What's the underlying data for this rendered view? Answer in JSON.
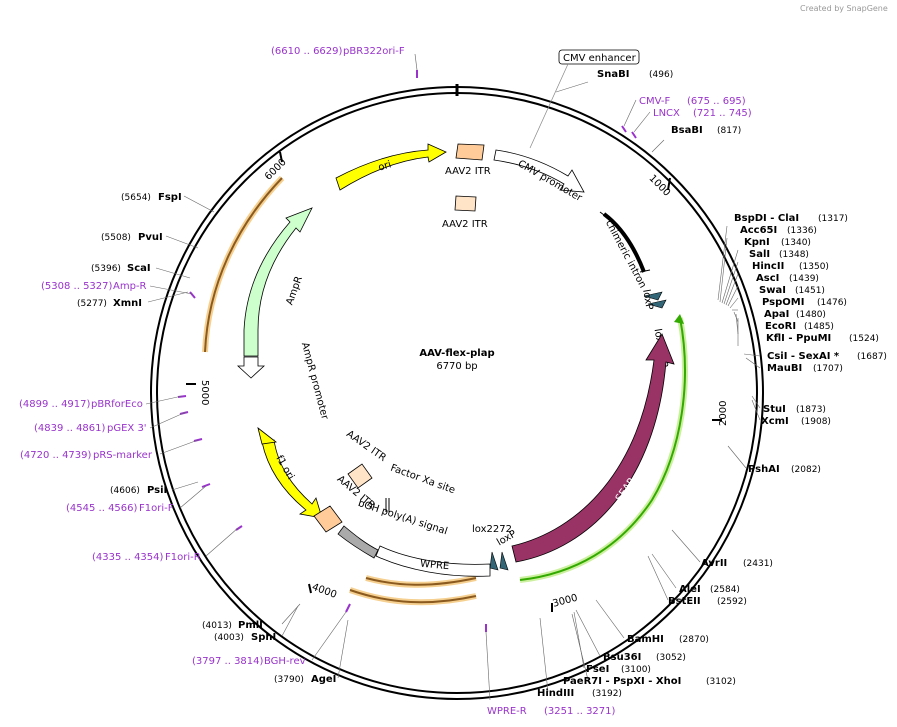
{
  "credit": "Created by SnapGene",
  "plasmid": {
    "name": "AAV-flex-plap",
    "size": "6770 bp"
  },
  "features": {
    "cmv_enhancer": "CMV enhancer",
    "cmv_promoter": "CMV promoter",
    "chimeric_intron": "chimeric intron",
    "loxp_top": "loxP",
    "lox2272_top": "lox2272",
    "seap": "SEAP",
    "lox2272_bottom": "lox2272",
    "loxp_bottom": "loxP",
    "wpre": "WPRE",
    "bgh": "bGH poly(A) signal",
    "aav2_itr_1": "AAV2 ITR",
    "aav2_itr_2": "AAV2 ITR",
    "aav2_itr_3": "AAV2 ITR",
    "aav2_itr_4": "AAV2 ITR",
    "factor_xa": "Factor Xa site",
    "f1ori": "f1 ori",
    "ampr_promoter": "AmpR promoter",
    "ampr": "AmpR",
    "ori": "ori"
  },
  "ticks": [
    "1000",
    "2000",
    "3000",
    "4000",
    "5000",
    "6000"
  ],
  "enzymes_right": [
    {
      "name": "SnaBI",
      "pos": "(496)"
    },
    {
      "name": "BsaBI",
      "pos": "(817)"
    },
    {
      "name": "BspDI  - ClaI",
      "pos": "(1317)"
    },
    {
      "name": "Acc65I",
      "pos": "(1336)"
    },
    {
      "name": "KpnI",
      "pos": "(1340)"
    },
    {
      "name": "SalI",
      "pos": "(1348)"
    },
    {
      "name": "HincII",
      "pos": "(1350)"
    },
    {
      "name": "AscI",
      "pos": "(1439)"
    },
    {
      "name": "SwaI",
      "pos": "(1451)"
    },
    {
      "name": "PspOMI",
      "pos": "(1476)"
    },
    {
      "name": "ApaI",
      "pos": "(1480)"
    },
    {
      "name": "EcoRI",
      "pos": "(1485)"
    },
    {
      "name": "KflI  - PpuMI",
      "pos": "(1524)"
    },
    {
      "name": "CsiI  - SexAI *",
      "pos": "(1687)"
    },
    {
      "name": "MauBI",
      "pos": "(1707)"
    },
    {
      "name": "StuI",
      "pos": "(1873)"
    },
    {
      "name": "XcmI",
      "pos": "(1908)"
    },
    {
      "name": "PshAI",
      "pos": "(2082)"
    },
    {
      "name": "AvrII",
      "pos": "(2431)"
    },
    {
      "name": "AleI",
      "pos": "(2584)"
    },
    {
      "name": "BstEII",
      "pos": "(2592)"
    },
    {
      "name": "BamHI",
      "pos": "(2870)"
    },
    {
      "name": "Bsu36I",
      "pos": "(3052)"
    },
    {
      "name": "FseI",
      "pos": "(3100)"
    },
    {
      "name": "PaeR7I  - PspXI  - XhoI",
      "pos": "(3102)"
    },
    {
      "name": "HindIII",
      "pos": "(3192)"
    }
  ],
  "enzymes_left": [
    {
      "name": "AgeI",
      "pos": "(3790)"
    },
    {
      "name": "SphI",
      "pos": "(4003)"
    },
    {
      "name": "PmlI",
      "pos": "(4013)"
    },
    {
      "name": "PsiI",
      "pos": "(4606)"
    },
    {
      "name": "XmnI",
      "pos": "(5277)"
    },
    {
      "name": "ScaI",
      "pos": "(5396)"
    },
    {
      "name": "PvuI",
      "pos": "(5508)"
    },
    {
      "name": "FspI",
      "pos": "(5654)"
    }
  ],
  "primers": [
    {
      "name": "CMV-F",
      "range": "(675 .. 695)"
    },
    {
      "name": "LNCX",
      "range": "(721 .. 745)"
    },
    {
      "name": "WPRE-R",
      "range": "(3251 .. 3271)"
    },
    {
      "name": "BGH-rev",
      "range": "(3797 .. 3814)"
    },
    {
      "name": "F1ori-R",
      "range": "(4335 .. 4354)"
    },
    {
      "name": "F1ori-F",
      "range": "(4545 .. 4566)"
    },
    {
      "name": "pRS-marker",
      "range": "(4720 .. 4739)"
    },
    {
      "name": "pGEX 3'",
      "range": "(4839 .. 4861)"
    },
    {
      "name": "pBRforEco",
      "range": "(4899 .. 4917)"
    },
    {
      "name": "Amp-R",
      "range": "(5308 .. 5327)"
    },
    {
      "name": "pBR322ori-F",
      "range": "(6610 .. 6629)"
    }
  ],
  "colors": {
    "backbone": "#000000",
    "primer": "#9933cc",
    "ori": "#ffff00",
    "f1ori": "#ffff00",
    "ampr": "#ccffcc",
    "seap": "#993366",
    "itr": "#ffcc99",
    "wpre_bgh": "#aaaaaa",
    "lox": "#336677",
    "loxp_green": "#33aa00",
    "orange_ann": "#cc6600"
  }
}
